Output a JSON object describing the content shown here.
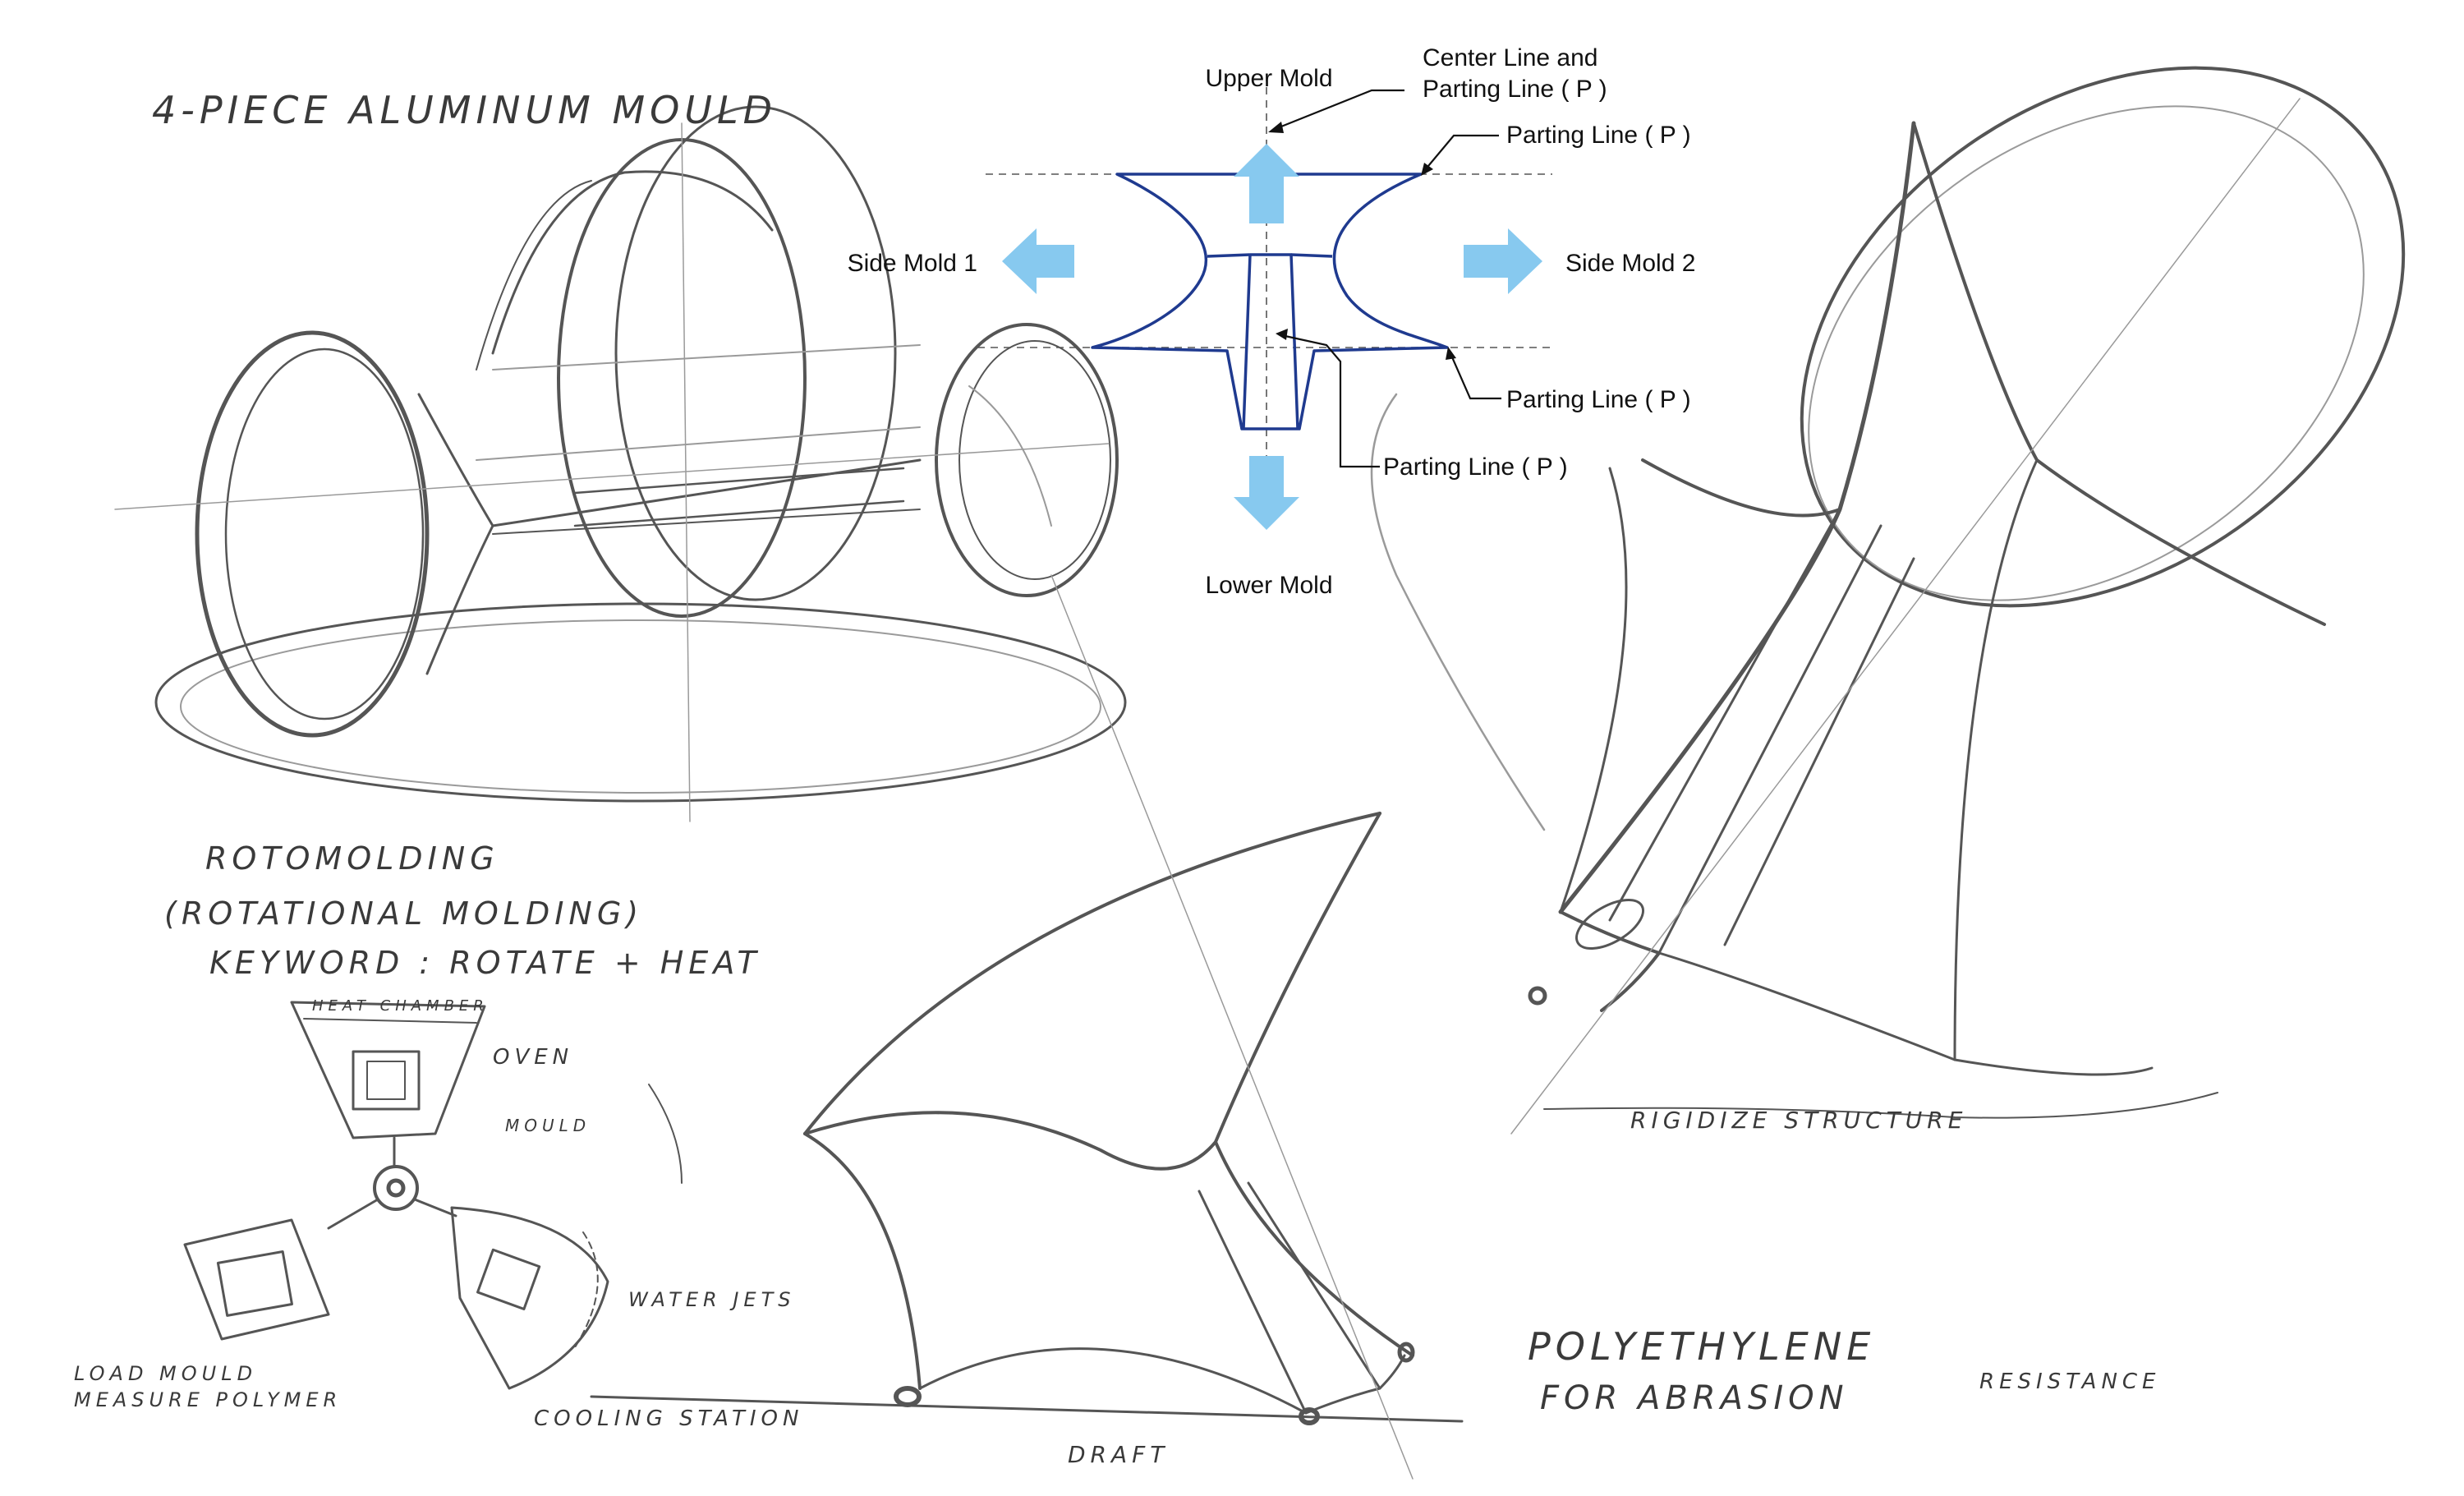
{
  "mold_diagram": {
    "upper_mold": "Upper Mold",
    "lower_mold": "Lower Mold",
    "side_mold_1": "Side Mold 1",
    "side_mold_2": "Side Mold 2",
    "center_line_1": "Center Line and",
    "center_line_2": "Parting Line ( P )",
    "parting_line_top_right": "Parting Line ( P )",
    "parting_line_mid_right": "Parting Line ( P )",
    "parting_line_center": "Parting Line ( P )",
    "arrow_color": "#87c9ef",
    "outline_color": "#1f3a8f"
  },
  "sketch_notes": {
    "title": "4-PIECE ALUMINUM MOULD",
    "rotomolding_1": "ROTOMOLDING",
    "rotomolding_2": "(ROTATIONAL MOLDING)",
    "keyword": "KEYWORD : ROTATE + HEAT",
    "heat_chamber": "HEAT CHAMBER",
    "oven": "OVEN",
    "mould": "MOULD",
    "water_jets": "WATER JETS",
    "load_mould_1": "LOAD MOULD",
    "load_mould_2": "MEASURE POLYMER",
    "cooling_station": "COOLING STATION",
    "draft": "DRAFT",
    "rigidize": "RIGIDIZE STRUCTURE",
    "polyethylene": "POLYETHYLENE",
    "abrasion": "FOR ABRASION",
    "resistance": "RESISTANCE"
  }
}
